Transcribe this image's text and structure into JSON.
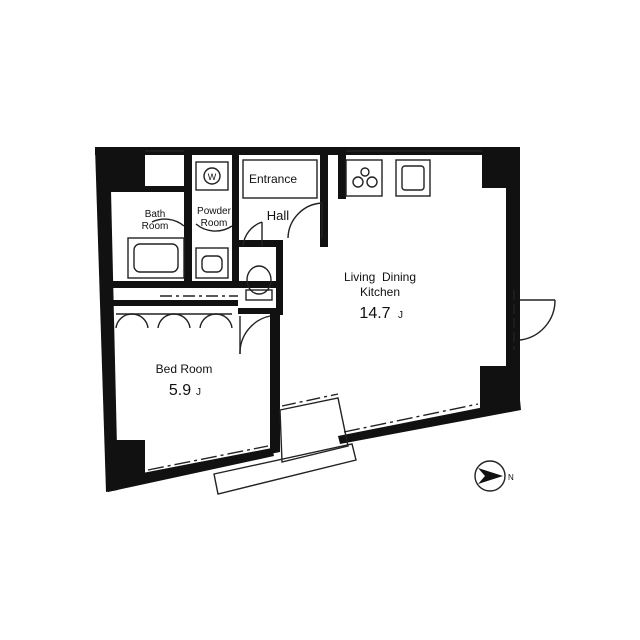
{
  "rooms": {
    "entrance": "Entrance",
    "hall": "Hall",
    "bath_line1": "Bath",
    "bath_line2": "Room",
    "powder_line1": "Powder",
    "powder_line2": "Room",
    "washer_symbol": "W",
    "ldk_line1": "Living  Dining",
    "ldk_line2": "Kitchen",
    "ldk_area_num": "14.7",
    "ldk_area_unit": "J",
    "bed_label": "Bed Room",
    "bed_area_num": "5.9",
    "bed_area_unit": "J"
  },
  "compass": {
    "letter": "N"
  },
  "colors": {
    "wall": "#111111",
    "line": "#222222",
    "background": "#ffffff"
  },
  "icons": [
    "washer-icon",
    "stove-icon",
    "sink-icon",
    "toilet-icon",
    "bathtub-icon",
    "washbasin-icon",
    "north-arrow-icon"
  ]
}
